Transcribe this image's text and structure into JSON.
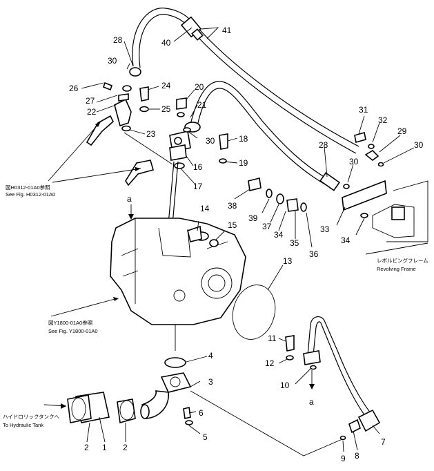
{
  "callouts": [
    {
      "id": "c1",
      "text": "1"
    },
    {
      "id": "c2a",
      "text": "2"
    },
    {
      "id": "c2b",
      "text": "2"
    },
    {
      "id": "c3",
      "text": "3"
    },
    {
      "id": "c4",
      "text": "4"
    },
    {
      "id": "c5",
      "text": "5"
    },
    {
      "id": "c6",
      "text": "6"
    },
    {
      "id": "c7",
      "text": "7"
    },
    {
      "id": "c8",
      "text": "8"
    },
    {
      "id": "c9",
      "text": "9"
    },
    {
      "id": "c10",
      "text": "10"
    },
    {
      "id": "c11",
      "text": "11"
    },
    {
      "id": "c12",
      "text": "12"
    },
    {
      "id": "c13",
      "text": "13"
    },
    {
      "id": "c14",
      "text": "14"
    },
    {
      "id": "c15",
      "text": "15"
    },
    {
      "id": "c16",
      "text": "16"
    },
    {
      "id": "c17",
      "text": "17"
    },
    {
      "id": "c18",
      "text": "18"
    },
    {
      "id": "c19",
      "text": "19"
    },
    {
      "id": "c20",
      "text": "20"
    },
    {
      "id": "c21",
      "text": "21"
    },
    {
      "id": "c22",
      "text": "22"
    },
    {
      "id": "c23",
      "text": "23"
    },
    {
      "id": "c24",
      "text": "24"
    },
    {
      "id": "c25",
      "text": "25"
    },
    {
      "id": "c26",
      "text": "26"
    },
    {
      "id": "c27",
      "text": "27"
    },
    {
      "id": "c28a",
      "text": "28"
    },
    {
      "id": "c28b",
      "text": "28"
    },
    {
      "id": "c29",
      "text": "29"
    },
    {
      "id": "c30a",
      "text": "30"
    },
    {
      "id": "c30b",
      "text": "30"
    },
    {
      "id": "c30c",
      "text": "30"
    },
    {
      "id": "c30d",
      "text": "30"
    },
    {
      "id": "c31",
      "text": "31"
    },
    {
      "id": "c32",
      "text": "32"
    },
    {
      "id": "c33",
      "text": "33"
    },
    {
      "id": "c34a",
      "text": "34"
    },
    {
      "id": "c34b",
      "text": "34"
    },
    {
      "id": "c35",
      "text": "35"
    },
    {
      "id": "c36",
      "text": "36"
    },
    {
      "id": "c37",
      "text": "37"
    },
    {
      "id": "c38",
      "text": "38"
    },
    {
      "id": "c39",
      "text": "39"
    },
    {
      "id": "c40",
      "text": "40"
    },
    {
      "id": "c41",
      "text": "41"
    },
    {
      "id": "ca1",
      "text": "a"
    },
    {
      "id": "ca2",
      "text": "a"
    }
  ],
  "notes": {
    "fig_h0312_jp": "図H0312-01A0参照",
    "fig_h0312_en": "See Fig. H0312-01A0",
    "fig_y1800_jp": "図Y1800-01A0参照",
    "fig_y1800_en": "See Fig. Y1800-01A0",
    "revolving_jp": "レボルビングフレーム",
    "revolving_en": "Revolving Frame",
    "tank_jp": "ハイドロリックタンクへ",
    "tank_en": "To Hydraulic Tank"
  }
}
